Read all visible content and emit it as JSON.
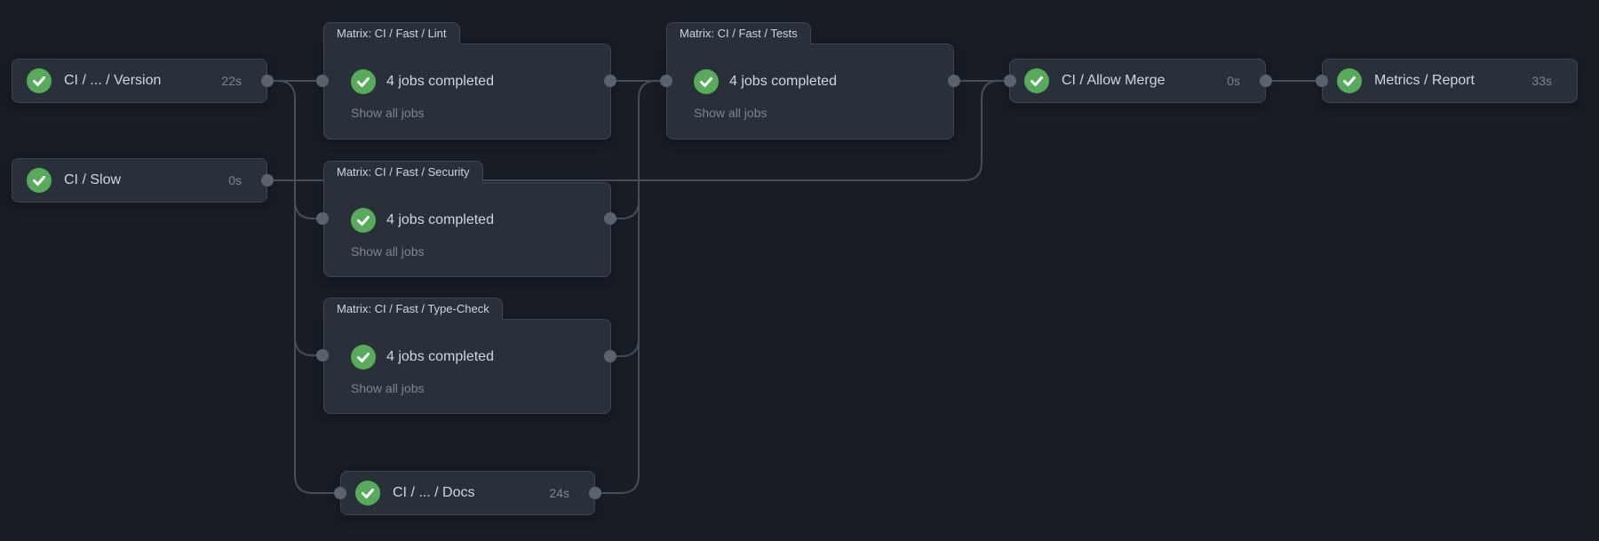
{
  "colors": {
    "bg": "#171c25",
    "node-fill": "#293039",
    "node-border": "#3e4553",
    "edge": "#454d59",
    "port": "#5a626e",
    "text": "#ced6e0",
    "muted": "#7d8590",
    "success": "#57ab5a",
    "check": "#ffffff"
  },
  "nodes": {
    "version": {
      "label": "CI / ... / Version",
      "duration": "22s",
      "status": "success"
    },
    "slow": {
      "label": "CI / Slow",
      "duration": "0s",
      "status": "success"
    },
    "lint": {
      "tab": "Matrix: CI / Fast / Lint",
      "summary": "4 jobs completed",
      "link": "Show all jobs",
      "status": "success"
    },
    "security": {
      "tab": "Matrix: CI / Fast / Security",
      "summary": "4 jobs completed",
      "link": "Show all jobs",
      "status": "success"
    },
    "typecheck": {
      "tab": "Matrix: CI / Fast / Type-Check",
      "summary": "4 jobs completed",
      "link": "Show all jobs",
      "status": "success"
    },
    "docs": {
      "label": "CI / ... / Docs",
      "duration": "24s",
      "status": "success"
    },
    "tests": {
      "tab": "Matrix: CI / Fast / Tests",
      "summary": "4 jobs completed",
      "link": "Show all jobs",
      "status": "success"
    },
    "allow_merge": {
      "label": "CI / Allow Merge",
      "duration": "0s",
      "status": "success"
    },
    "report": {
      "label": "Metrics / Report",
      "duration": "33s",
      "status": "success"
    }
  },
  "edges": [
    {
      "from": "version",
      "to": "lint"
    },
    {
      "from": "version",
      "to": "security"
    },
    {
      "from": "version",
      "to": "typecheck"
    },
    {
      "from": "version",
      "to": "docs"
    },
    {
      "from": "slow",
      "to": "allow_merge"
    },
    {
      "from": "lint",
      "to": "tests"
    },
    {
      "from": "security",
      "to": "tests"
    },
    {
      "from": "typecheck",
      "to": "tests"
    },
    {
      "from": "docs",
      "to": "tests"
    },
    {
      "from": "tests",
      "to": "allow_merge"
    },
    {
      "from": "allow_merge",
      "to": "report"
    }
  ]
}
